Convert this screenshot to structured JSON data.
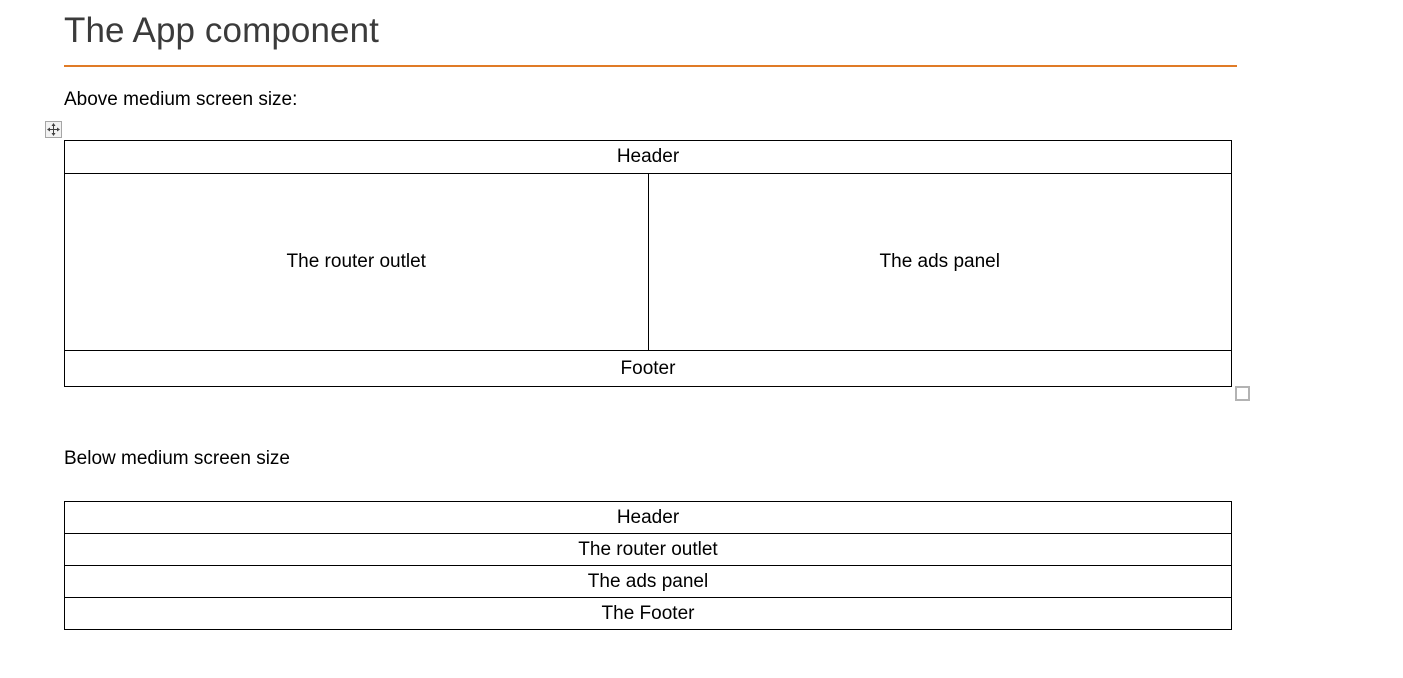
{
  "document": {
    "heading": "The App component",
    "heading_rule_color": "#e07b26",
    "heading_text_color": "#3b3b3b",
    "background_color": "#ffffff"
  },
  "paragraphs": {
    "above_label": "Above medium screen size:",
    "below_label": "Below medium screen size"
  },
  "table_above": {
    "caption": "Above medium screen size:",
    "rows": [
      {
        "cells": [
          {
            "text": "Header",
            "colspan": 2
          }
        ]
      },
      {
        "cells": [
          {
            "text": "The router outlet",
            "colspan": 1
          },
          {
            "text": "The ads panel",
            "colspan": 1
          }
        ]
      },
      {
        "cells": [
          {
            "text": "Footer",
            "colspan": 2
          }
        ]
      }
    ],
    "border_color": "#000000"
  },
  "table_below": {
    "caption": "Below medium screen size",
    "rows": [
      {
        "cells": [
          {
            "text": "Header"
          }
        ]
      },
      {
        "cells": [
          {
            "text": "The router outlet"
          }
        ]
      },
      {
        "cells": [
          {
            "text": "The ads panel"
          }
        ]
      },
      {
        "cells": [
          {
            "text": "The Footer"
          }
        ]
      }
    ],
    "border_color": "#000000"
  },
  "handles": {
    "move_handle_icon": "table-move-handle-icon",
    "resize_handle_icon": "table-resize-handle-icon"
  }
}
